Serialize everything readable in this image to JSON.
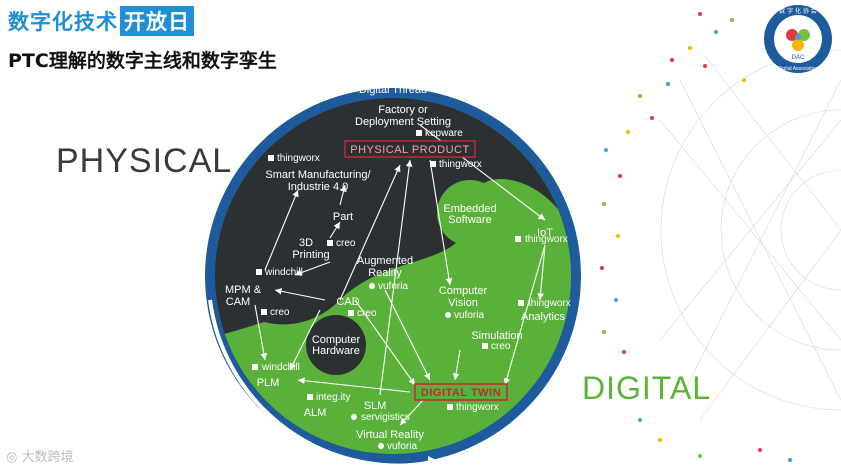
{
  "header": {
    "title_part1": "数字化技术",
    "title_part2": "开放日",
    "subtitle": "PTC理解的数字主线和数字孪生"
  },
  "side_labels": {
    "physical": "PHYSICAL",
    "digital": "DIGITAL"
  },
  "diagram": {
    "ring_label": "Digital Thread",
    "physical_product": "PHYSICAL PRODUCT",
    "digital_twin": "DIGITAL TWIN",
    "inner_circles": {
      "embedded": [
        "Embedded",
        "Software"
      ],
      "hardware": [
        "Computer",
        "Hardware"
      ]
    },
    "nodes": {
      "factory": [
        "Factory or",
        "Deployment Setting"
      ],
      "smart": [
        "Smart Manufacturing/",
        "Industrie 4.0"
      ],
      "part": "Part",
      "printing": [
        "3D",
        "Printing"
      ],
      "ar": [
        "Augmented",
        "Reality"
      ],
      "mpm": [
        "MPM &",
        "CAM"
      ],
      "cad": "CAD",
      "cv": [
        "Computer",
        "Vision"
      ],
      "iot": "IoT",
      "analytics": "Analytics",
      "simulation": "Simulation",
      "plm": "PLM",
      "alm": "ALM",
      "slm": "SLM",
      "vr": "Virtual Reality"
    },
    "brands": {
      "kepware": "kepware",
      "thingworx": "thingworx",
      "creo": "creo",
      "windchill": "windchill",
      "vuforia": "vuforia",
      "integrity": "integ.ity",
      "servigistics": "servigistics"
    },
    "colors": {
      "dark": "#2d3033",
      "green": "#5ab13a",
      "ring": "#1e5b9c",
      "red": "#c8243a"
    }
  },
  "logo_text": {
    "top": "数 字 化 协 会",
    "mid": "DAC",
    "bottom": "Digital Association"
  },
  "watermark": "大数跨境"
}
